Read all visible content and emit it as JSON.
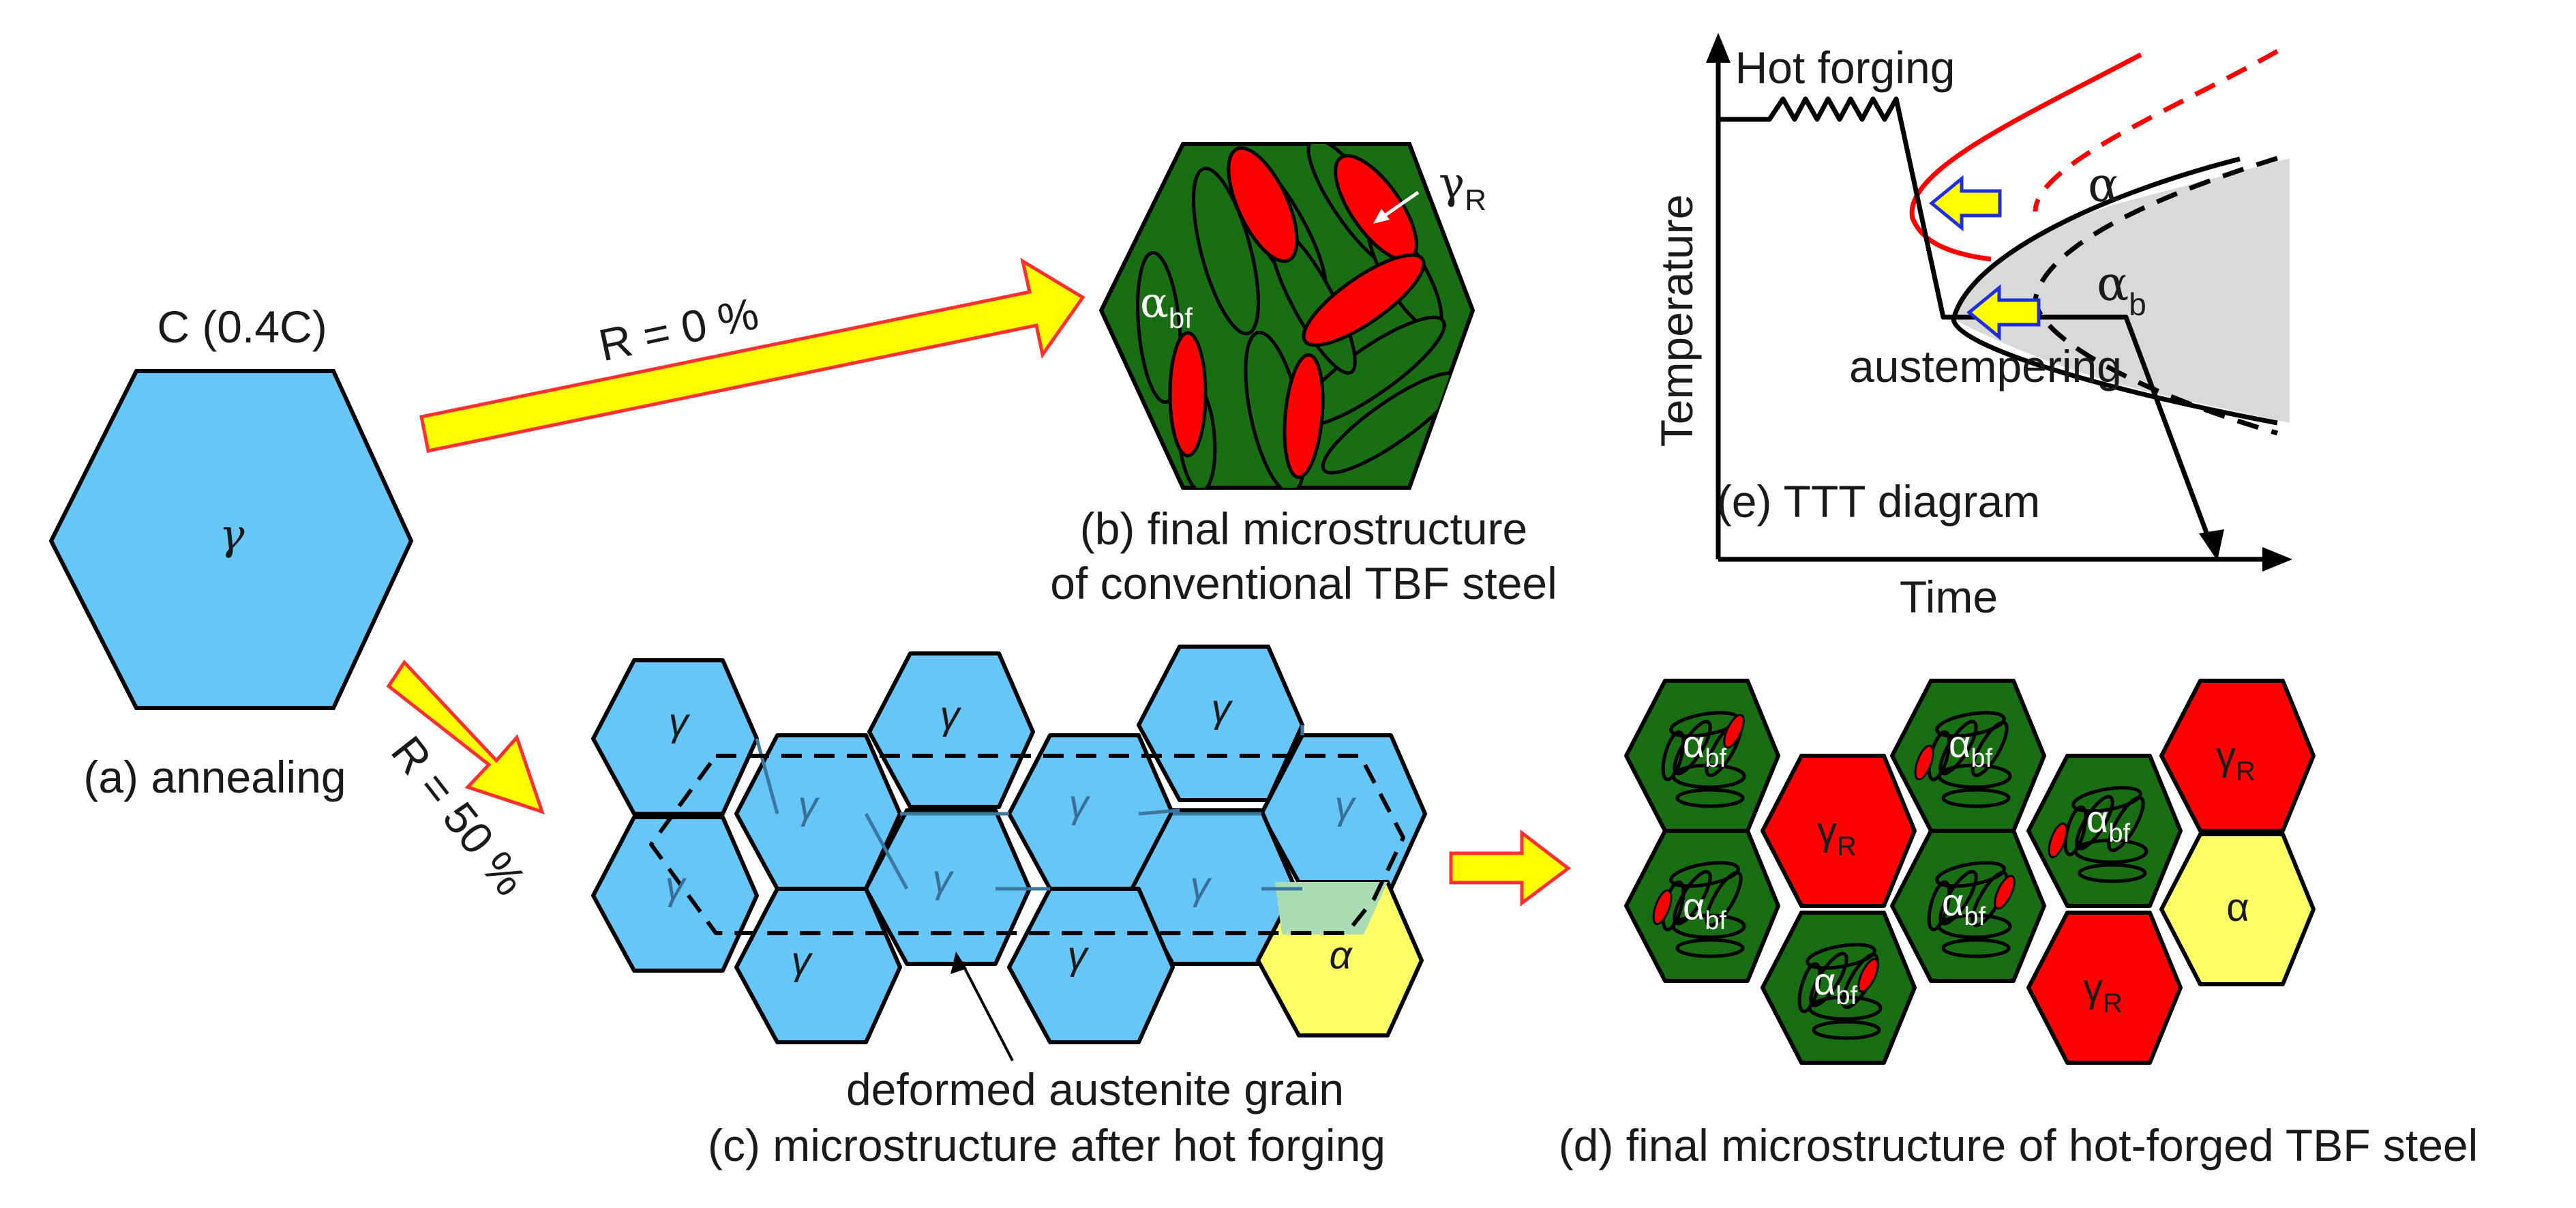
{
  "colors": {
    "austenite": "#66c6f7",
    "ferrite": "#ffff66",
    "retained_austenite": "#ff0000",
    "bainitic_ferrite": "#196e14",
    "transform_overlap": "#aadcb4",
    "bainite_region": "#d9d9d9",
    "arrow_fill": "#ffff00",
    "arrow_border": "#ff3030",
    "ttt_arrow_border": "#1e2ee0",
    "outline": "#000000",
    "inner_grain_boundary": "#3a78a0"
  },
  "symbols": {
    "gamma": "γ",
    "alpha": "α",
    "R_sub": "R",
    "bf_sub": "bf",
    "b_sub": "b"
  },
  "panel_a": {
    "composition": "C (0.4C)",
    "caption": "(a) annealing"
  },
  "arrows": {
    "top_label": "R = 0 %",
    "bottom_label": "R = 50 %"
  },
  "panel_b": {
    "caption_line1": "(b) final microstructure",
    "caption_line2": "of conventional TBF steel"
  },
  "panel_c": {
    "callout": "deformed austenite grain",
    "caption": "(c) microstructure after hot forging"
  },
  "panel_d": {
    "caption": "(d) final microstructure of hot-forged TBF steel"
  },
  "panel_e": {
    "process_label": "Hot forging",
    "hold_label": "austempering",
    "ylabel": "Temperature",
    "xlabel": "Time",
    "caption": "(e) TTT diagram"
  }
}
